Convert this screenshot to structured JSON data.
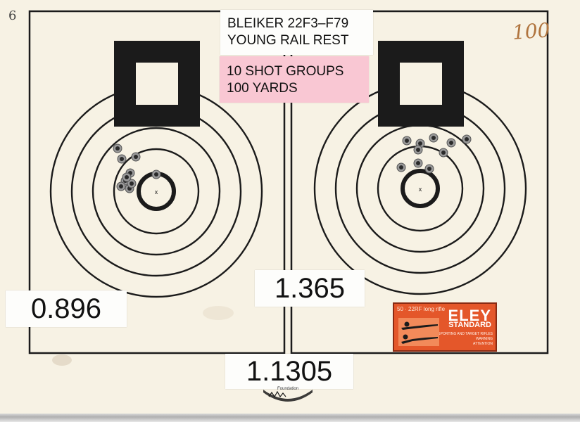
{
  "handwriting": {
    "page_number": "6",
    "score": "100"
  },
  "title": {
    "line1": "BLEIKER 22F3–F79",
    "line2": "YOUNG RAIL REST"
  },
  "groups": {
    "line1": "10 SHOT GROUPS",
    "line2": "100 YARDS"
  },
  "scores": {
    "left": "0.896",
    "right": "1.365",
    "average": "1.1305"
  },
  "targets": {
    "center_mark": "x",
    "left_shots": 10,
    "right_shots": 10
  },
  "ammo_box": {
    "count": "50 · 22RF long rifle",
    "brand": "ELEY",
    "sub": "STANDARD",
    "fine1": "FOR SPORTING AND TARGET RIFLES",
    "fine2": "WARNING",
    "fine3": "ATTENTION"
  },
  "logo": {
    "text": "Foundation"
  },
  "colors": {
    "paper": "#f7f2e4",
    "ink": "#1b1b1b",
    "pink_label": "#f9c7d3",
    "ammo_orange": "#e4572a",
    "handwriting_brown": "#b0743e"
  }
}
